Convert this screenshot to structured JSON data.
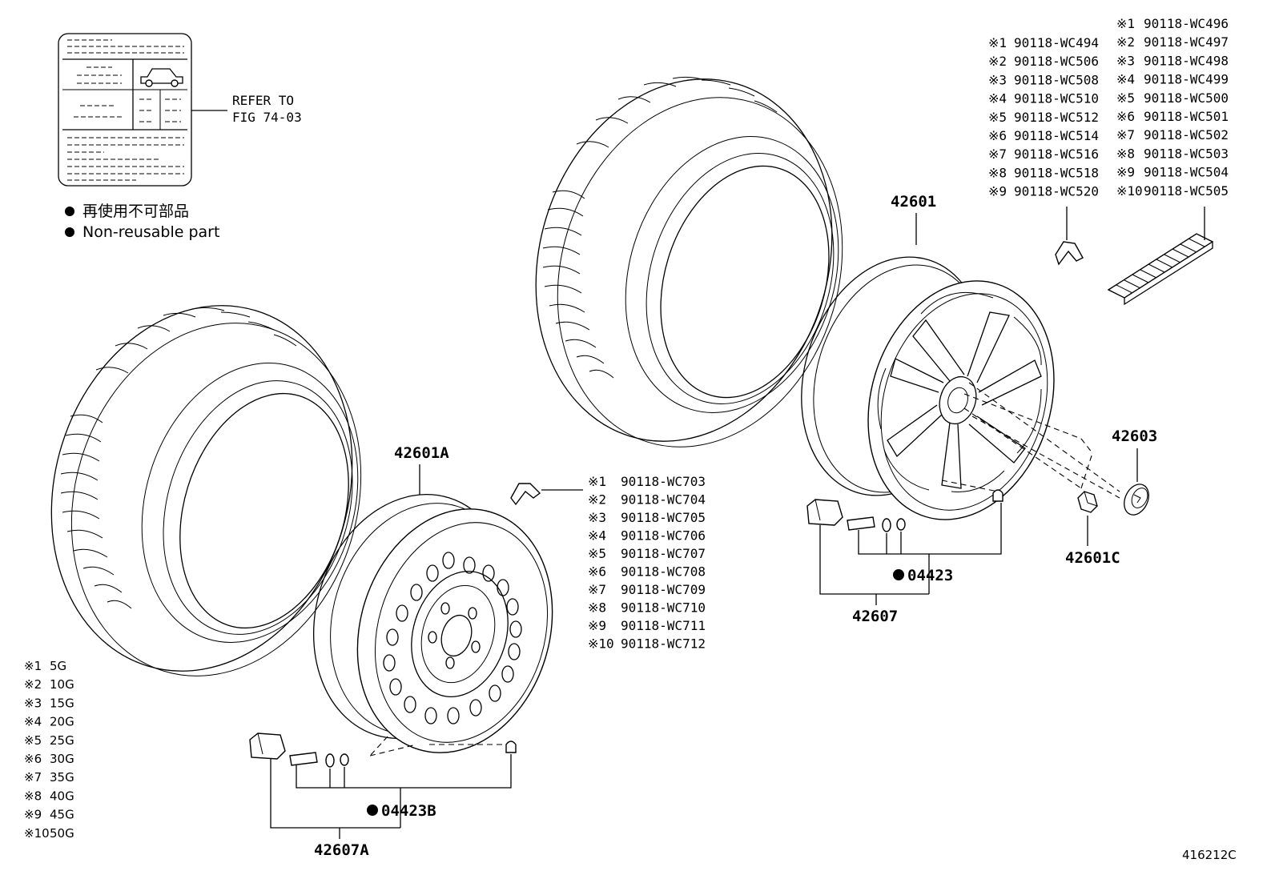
{
  "label_box": {
    "refer_line1": "REFER TO",
    "refer_line2": "FIG 74-03"
  },
  "legend": {
    "jp": "再使用不可部品",
    "en": "Non-reusable part"
  },
  "parts": {
    "wheel": "42601",
    "steel_wheel": "42601A",
    "hub_cap": "42603",
    "nut": "42601C",
    "sensor_kit": "42607",
    "sensor_kit_steel": "42607A",
    "valve_kit": "04423",
    "valve_kit_steel": "04423B"
  },
  "weights_top_left": [
    {
      "mark": "※1",
      "code": "90118-WC494"
    },
    {
      "mark": "※2",
      "code": "90118-WC506"
    },
    {
      "mark": "※3",
      "code": "90118-WC508"
    },
    {
      "mark": "※4",
      "code": "90118-WC510"
    },
    {
      "mark": "※5",
      "code": "90118-WC512"
    },
    {
      "mark": "※6",
      "code": "90118-WC514"
    },
    {
      "mark": "※7",
      "code": "90118-WC516"
    },
    {
      "mark": "※8",
      "code": "90118-WC518"
    },
    {
      "mark": "※9",
      "code": "90118-WC520"
    }
  ],
  "weights_top_right": [
    {
      "mark": "※1",
      "code": "90118-WC496"
    },
    {
      "mark": "※2",
      "code": "90118-WC497"
    },
    {
      "mark": "※3",
      "code": "90118-WC498"
    },
    {
      "mark": "※4",
      "code": "90118-WC499"
    },
    {
      "mark": "※5",
      "code": "90118-WC500"
    },
    {
      "mark": "※6",
      "code": "90118-WC501"
    },
    {
      "mark": "※7",
      "code": "90118-WC502"
    },
    {
      "mark": "※8",
      "code": "90118-WC503"
    },
    {
      "mark": "※9",
      "code": "90118-WC504"
    },
    {
      "mark": "※10",
      "code": "90118-WC505"
    }
  ],
  "weights_middle": [
    {
      "mark": "※1",
      "code": "90118-WC703"
    },
    {
      "mark": "※2",
      "code": "90118-WC704"
    },
    {
      "mark": "※3",
      "code": "90118-WC705"
    },
    {
      "mark": "※4",
      "code": "90118-WC706"
    },
    {
      "mark": "※5",
      "code": "90118-WC707"
    },
    {
      "mark": "※6",
      "code": "90118-WC708"
    },
    {
      "mark": "※7",
      "code": "90118-WC709"
    },
    {
      "mark": "※8",
      "code": "90118-WC710"
    },
    {
      "mark": "※9",
      "code": "90118-WC711"
    },
    {
      "mark": "※10",
      "code": "90118-WC712"
    }
  ],
  "weight_grams": [
    {
      "mark": "※1",
      "value": "5G"
    },
    {
      "mark": "※2",
      "value": "10G"
    },
    {
      "mark": "※3",
      "value": "15G"
    },
    {
      "mark": "※4",
      "value": "20G"
    },
    {
      "mark": "※5",
      "value": "25G"
    },
    {
      "mark": "※6",
      "value": "30G"
    },
    {
      "mark": "※7",
      "value": "35G"
    },
    {
      "mark": "※8",
      "value": "40G"
    },
    {
      "mark": "※9",
      "value": "45G"
    },
    {
      "mark": "※10",
      "value": "50G"
    }
  ],
  "figure_id": "416212C"
}
